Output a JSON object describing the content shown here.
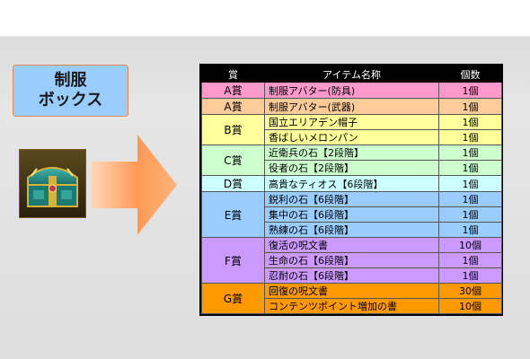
{
  "badge": {
    "line1": "制服",
    "line2": "ボックス"
  },
  "icons": {
    "chest": "treasure-chest-icon",
    "arrow": "arrow-right-icon"
  },
  "table": {
    "headers": [
      "賞",
      "アイテム名称",
      "個数"
    ],
    "groups": [
      {
        "prize": "A賞",
        "color": "#ff99cc",
        "items": [
          {
            "name": "制服アバター(防具)",
            "qty": "1個"
          }
        ]
      },
      {
        "prize": "A賞",
        "color": "#ffcc99",
        "items": [
          {
            "name": "制服アバター(武器)",
            "qty": "1個"
          }
        ]
      },
      {
        "prize": "B賞",
        "color": "#ffff99",
        "items": [
          {
            "name": "国立エリアデン帽子",
            "qty": "1個"
          },
          {
            "name": "香ばしいメロンパン",
            "qty": "1個"
          }
        ]
      },
      {
        "prize": "C賞",
        "color": "#ccffcc",
        "items": [
          {
            "name": "近衛兵の石【2段階】",
            "qty": "1個"
          },
          {
            "name": "役者の石【2段階】",
            "qty": "1個"
          }
        ]
      },
      {
        "prize": "D賞",
        "color": "#ccffff",
        "items": [
          {
            "name": "高貴なティオス【6段階】",
            "qty": "1個"
          }
        ]
      },
      {
        "prize": "E賞",
        "color": "#99ccff",
        "items": [
          {
            "name": "鋭利の石【6段階】",
            "qty": "1個"
          },
          {
            "name": "集中の石【6段階】",
            "qty": "1個"
          },
          {
            "name": "熟練の石【6段階】",
            "qty": "1個"
          }
        ]
      },
      {
        "prize": "F賞",
        "color": "#cc99ff",
        "items": [
          {
            "name": "復活の呪文書",
            "qty": "10個"
          },
          {
            "name": "生命の石【6段階】",
            "qty": "1個"
          },
          {
            "name": "忍耐の石【6段階】",
            "qty": "1個"
          }
        ]
      },
      {
        "prize": "G賞",
        "color": "#ff9900",
        "items": [
          {
            "name": "回復の呪文書",
            "qty": "30個"
          },
          {
            "name": "コンテンツポイント増加の書",
            "qty": "10個"
          }
        ]
      }
    ]
  }
}
